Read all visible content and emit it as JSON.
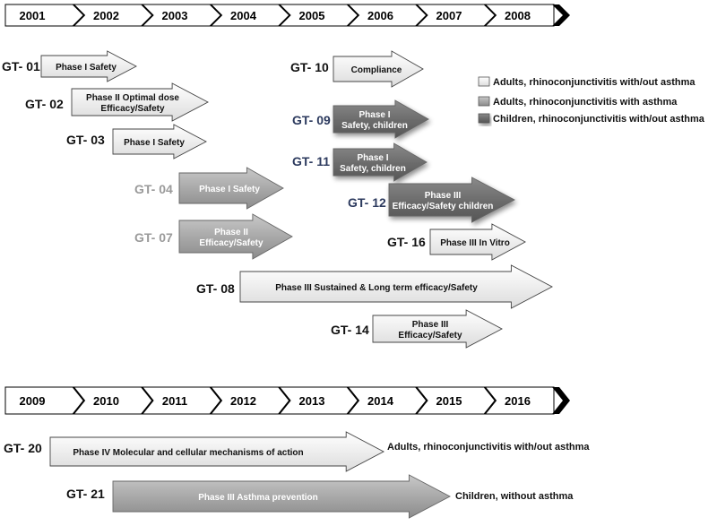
{
  "timeline_top": {
    "years": [
      "2001",
      "2002",
      "2003",
      "2004",
      "2005",
      "2006",
      "2007",
      "2008"
    ]
  },
  "timeline_bottom": {
    "years": [
      "2009",
      "2010",
      "2011",
      "2012",
      "2013",
      "2014",
      "2015",
      "2016"
    ]
  },
  "legend": [
    {
      "label": "Adults, rhinoconjunctivitis with/out asthma",
      "style": "white"
    },
    {
      "label": "Adults, rhinoconjunctivitis with asthma",
      "style": "gray"
    },
    {
      "label": "Children, rhinoconjunctivitis with/out asthma",
      "style": "dark"
    }
  ],
  "trials": [
    {
      "id": "GT- 01",
      "lines": [
        "Phase I Safety"
      ],
      "style": "white",
      "id_color": "#111111"
    },
    {
      "id": "GT- 02",
      "lines": [
        "Phase II Optimal dose",
        "Efficacy/Safety"
      ],
      "style": "white",
      "id_color": "#111111"
    },
    {
      "id": "GT- 03",
      "lines": [
        "Phase I Safety"
      ],
      "style": "white",
      "id_color": "#111111"
    },
    {
      "id": "GT- 04",
      "lines": [
        "Phase I Safety"
      ],
      "style": "gray",
      "id_color": "#9a9a9a"
    },
    {
      "id": "GT- 07",
      "lines": [
        "Phase II",
        "Efficacy/Safety"
      ],
      "style": "gray",
      "id_color": "#9a9a9a"
    },
    {
      "id": "GT- 10",
      "lines": [
        "Compliance"
      ],
      "style": "white",
      "id_color": "#111111"
    },
    {
      "id": "GT- 09",
      "lines": [
        "Phase I",
        "Safety, children"
      ],
      "style": "dark",
      "id_color": "#2c3a5e"
    },
    {
      "id": "GT- 11",
      "lines": [
        "Phase I",
        "Safety, children"
      ],
      "style": "dark",
      "id_color": "#2c3a5e"
    },
    {
      "id": "GT- 12",
      "lines": [
        "Phase III",
        "Efficacy/Safety children"
      ],
      "style": "dark",
      "id_color": "#2c3a5e"
    },
    {
      "id": "GT- 16",
      "lines": [
        "Phase III In Vitro"
      ],
      "style": "white",
      "id_color": "#111111"
    },
    {
      "id": "GT- 08",
      "lines": [
        "Phase  III  Sustained & Long term efficacy/Safety"
      ],
      "style": "white",
      "id_color": "#111111"
    },
    {
      "id": "GT- 14",
      "lines": [
        "Phase III",
        "Efficacy/Safety"
      ],
      "style": "white",
      "id_color": "#111111"
    },
    {
      "id": "GT- 20",
      "lines": [
        "Phase  IV  Molecular and cellular mechanisms of action"
      ],
      "style": "white",
      "id_color": "#111111",
      "after": "Adults, rhinoconjunctivitis with/out asthma"
    },
    {
      "id": "GT- 21",
      "lines": [
        "Phase  III  Asthma prevention"
      ],
      "style": "gray",
      "id_color": "#111111",
      "after": "Children, without asthma"
    }
  ]
}
